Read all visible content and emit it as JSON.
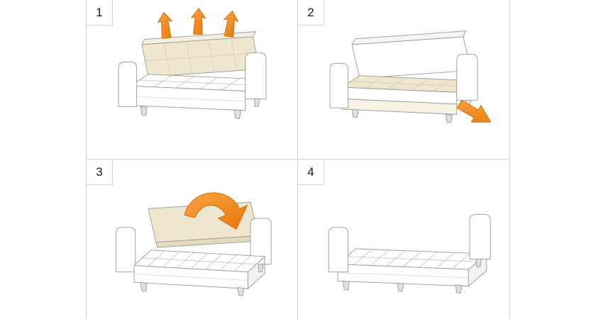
{
  "page": {
    "background": "#ffffff",
    "grid_line_color": "#d4d4d4",
    "description_icons": {
      "up-arrow": "orange block arrow pointing up",
      "pull-out-arrow": "orange block arrow pointing down-right",
      "fold-arrow": "orange curved rotation arrow"
    }
  },
  "palette": {
    "outline": "#9b9b9b",
    "body_fill": "#ffffff",
    "cushion_cream": "#efe6cf",
    "cream_seam": "#d8cdb0",
    "white_seam": "#c9c9c9",
    "side_shade": "#f2f2f2",
    "arrow_light": "#f9a544",
    "arrow_dark": "#e87807",
    "arrow_stroke": "#cf6a0a",
    "step_number_color": "#1a1a1a"
  },
  "steps": [
    {
      "number": "1",
      "illustration": "sofa-with-back-cushions-lifted",
      "arrows": [
        "up-arrow",
        "up-arrow",
        "up-arrow"
      ]
    },
    {
      "number": "2",
      "illustration": "sofa-seat-section-pulled-out",
      "arrows": [
        "pull-out-arrow"
      ]
    },
    {
      "number": "3",
      "illustration": "backrest-folding-forward-onto-base",
      "arrows": [
        "fold-arrow"
      ]
    },
    {
      "number": "4",
      "illustration": "flat-sofa-bed-final",
      "arrows": []
    }
  ]
}
